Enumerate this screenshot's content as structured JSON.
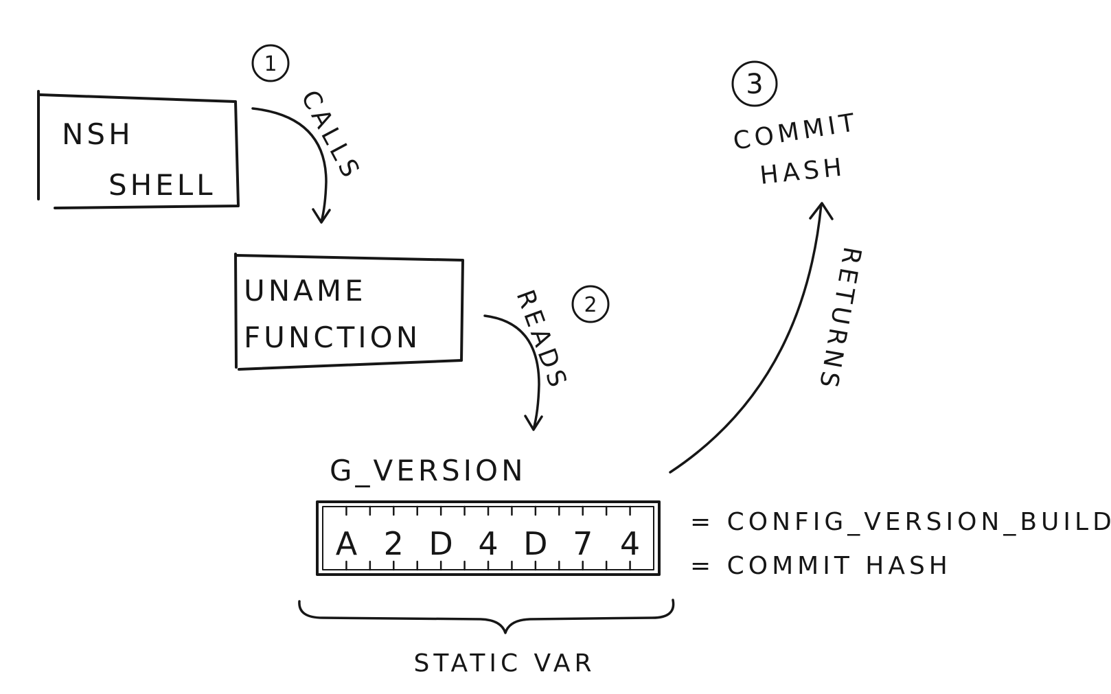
{
  "boxes": {
    "nsh_shell": {
      "line1": "NSH",
      "line2": "SHELL"
    },
    "uname_function": {
      "line1": "UNAME",
      "line2": "FUNCTION"
    }
  },
  "steps": [
    {
      "number": "1",
      "label": "CALLS"
    },
    {
      "number": "2",
      "label": "READS"
    },
    {
      "number": "3",
      "label": "RETURNS"
    }
  ],
  "result": {
    "line1": "COMMIT",
    "line2": "HASH"
  },
  "variable": {
    "name": "G_VERSION",
    "cells": [
      "A",
      "2",
      "D",
      "4",
      "D",
      "7",
      "4"
    ],
    "notes": [
      "= CONFIG_VERSION_BUILD",
      "= COMMIT HASH"
    ],
    "brace_label": "STATIC VAR"
  }
}
